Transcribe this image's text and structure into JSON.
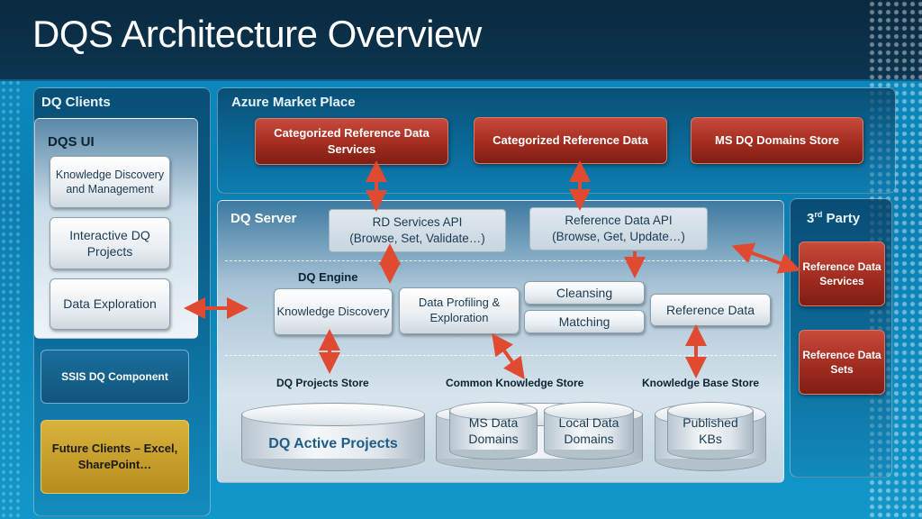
{
  "title": "DQS Architecture Overview",
  "dq_clients": {
    "label": "DQ Clients",
    "dqs_ui": {
      "label": "DQS UI",
      "items": [
        "Knowledge Discovery and Management",
        "Interactive DQ Projects",
        "Data Exploration"
      ]
    },
    "ssis": "SSIS DQ Component",
    "future": "Future Clients – Excel, SharePoint…"
  },
  "azure": {
    "label": "Azure Market Place",
    "boxes": [
      "Categorized Reference Data Services",
      "Categorized  Reference Data",
      "MS DQ Domains Store"
    ]
  },
  "third_party": {
    "label": "3",
    "label_sup": "rd",
    "label_rest": " Party",
    "boxes": [
      "Reference Data Services",
      "Reference Data Sets"
    ]
  },
  "dq_server": {
    "label": "DQ Server",
    "rd_services_api": {
      "line1": "RD Services  API",
      "line2": "(Browse, Set, Validate…)"
    },
    "reference_data_api": {
      "line1": "Reference Data API",
      "line2": "(Browse, Get, Update…)"
    },
    "dq_engine": "DQ Engine",
    "knowledge_discovery": "Knowledge Discovery",
    "data_profiling": "Data Profiling & Exploration",
    "cleansing": "Cleansing",
    "matching": "Matching",
    "reference_data": "Reference Data",
    "stores": {
      "projects": "DQ Projects Store",
      "common": "Common Knowledge  Store",
      "kb": "Knowledge Base Store"
    },
    "active_projects": "DQ  Active Projects",
    "ms_data_domains": "MS Data Domains",
    "local_data_domains": "Local Data Domains",
    "published_kbs": "Published KBs"
  },
  "colors": {
    "red": "#b0382a",
    "arrow": "#e04a30",
    "gold": "#c9a12c"
  }
}
